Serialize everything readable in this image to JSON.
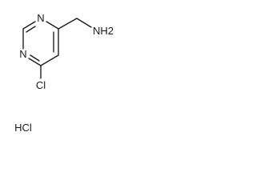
{
  "molecule": {
    "atoms": {
      "n1": "N",
      "n4": "N",
      "cl": "Cl",
      "amine": "NH2"
    },
    "salt": "HCl"
  }
}
